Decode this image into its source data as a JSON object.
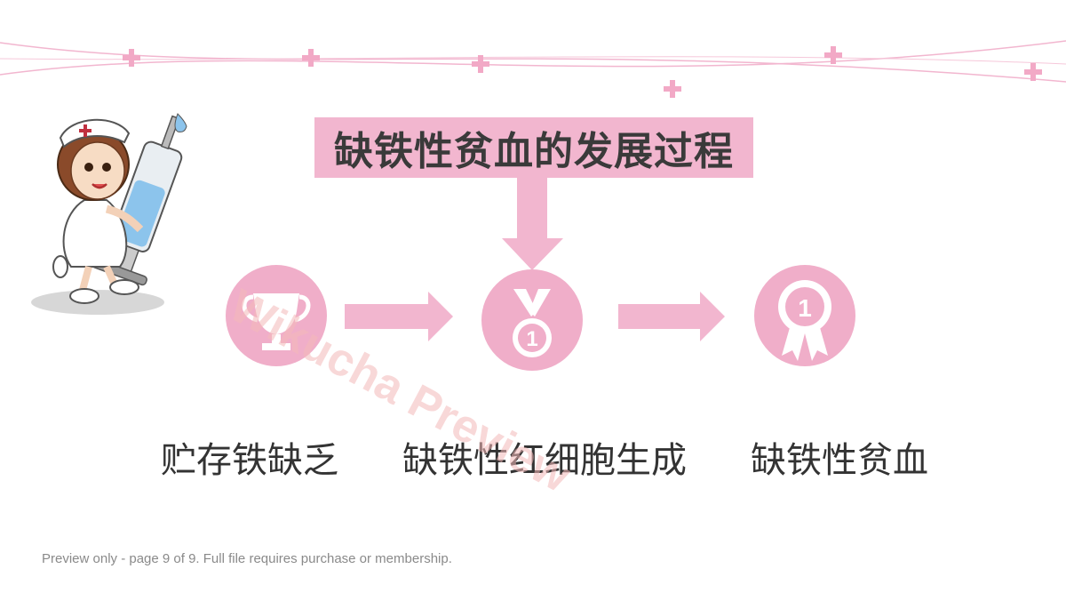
{
  "slide": {
    "title": "缺铁性贫血的发展过程",
    "stages": [
      {
        "label": "贮存铁缺乏",
        "icon": "trophy-icon"
      },
      {
        "label": "缺铁性红细胞生成",
        "icon": "medal-icon"
      },
      {
        "label": "缺铁性贫血",
        "icon": "rosette-badge-icon"
      }
    ],
    "medal_number": "1",
    "badge_number": "1"
  },
  "watermark": "Wikucha Preview",
  "footer": "Preview only - page 9 of 9. Full file requires purchase or membership.",
  "colors": {
    "accent_pink": "#f2b6cf",
    "icon_pink": "#f0aec9",
    "text_dark": "#333333",
    "footer_gray": "#8a8a8a"
  }
}
